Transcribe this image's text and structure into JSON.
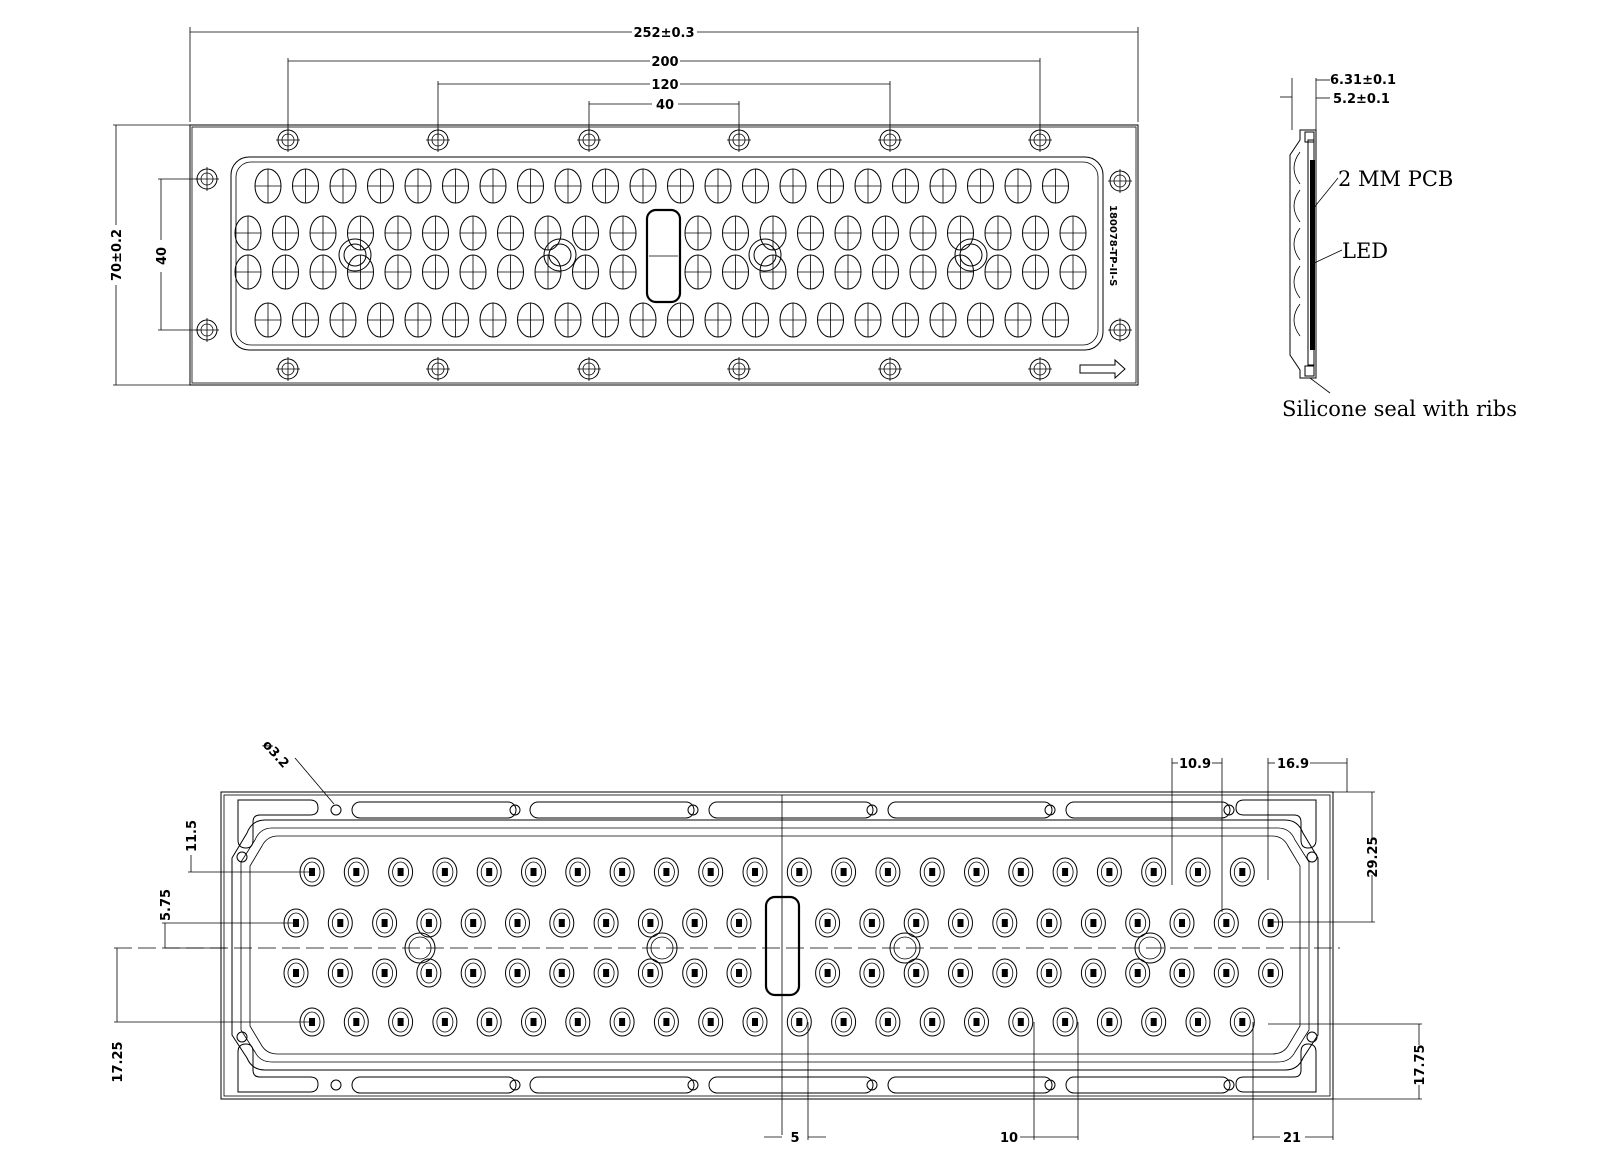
{
  "top_view": {
    "overall_length": "252±0.3",
    "hole_span_1": "200",
    "hole_span_2": "120",
    "hole_span_3": "40",
    "overall_height": "70±0.2",
    "side_hole_span": "40",
    "part_code": "180078-TP-II-S"
  },
  "side_view": {
    "total_thickness": "6.31±0.1",
    "body_thickness": "5.2±0.1",
    "pcb_label": "2 MM PCB",
    "led_label": "LED",
    "seal_label": "Silicone seal with ribs"
  },
  "bottom_view": {
    "hole_diameter": "ø3.2",
    "dim_top_left": "11.5",
    "dim_mid_left": "5.75",
    "dim_bottom_left": "17.25",
    "dim_top_a": "10.9",
    "dim_top_b": "16.9",
    "dim_right_top": "29.25",
    "dim_right_bottom": "17.75",
    "dim_bottom_center": "5",
    "dim_bottom_pitch": "10",
    "dim_bottom_right": "21"
  }
}
